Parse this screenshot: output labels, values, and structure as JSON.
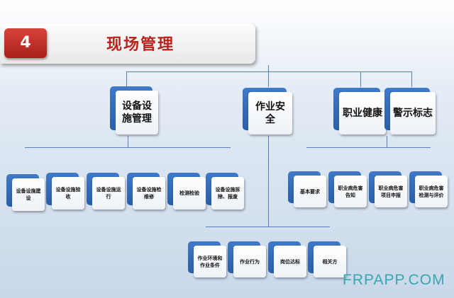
{
  "title": {
    "number": "4",
    "text": "现场管理"
  },
  "level1": [
    {
      "label": "设备设施管理"
    },
    {
      "label": "作业安全"
    },
    {
      "label": "职业健康"
    },
    {
      "label": "警示标志"
    }
  ],
  "equipment_items": [
    "设备设施建设",
    "设备设施验收",
    "设备设施运行",
    "设备设施检维修",
    "检测检验",
    "设备设施拆除、报废"
  ],
  "health_items": [
    "基本要求",
    "职业病危害告知",
    "职业病危害项目申报",
    "职业病危害检测与评价"
  ],
  "safety_items": [
    "作业环境和作业条件",
    "作业行为",
    "岗位达标",
    "相关方"
  ],
  "watermark": "FRPAPP.COM"
}
